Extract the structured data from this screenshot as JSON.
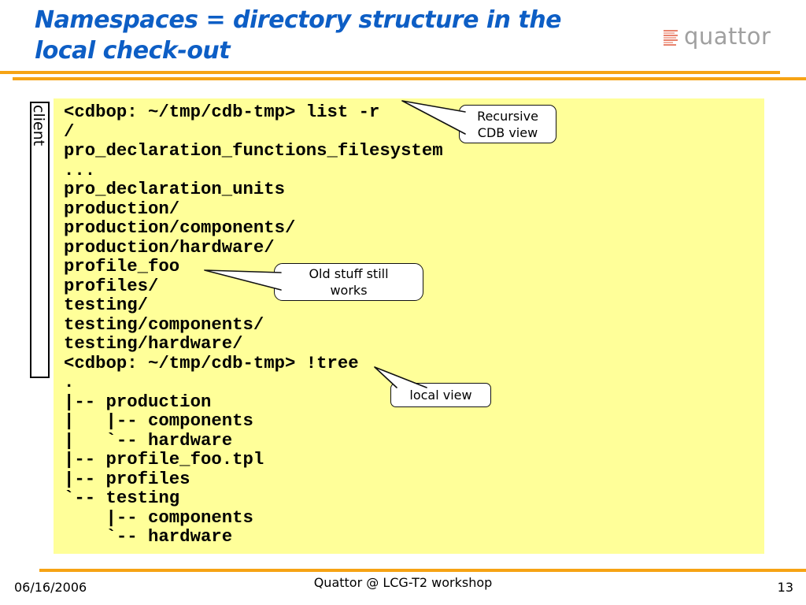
{
  "header": {
    "title": "Namespaces = directory structure in the\nlocal check-out",
    "logo_text": "quattor"
  },
  "panel": {
    "side_label": "client"
  },
  "terminal": {
    "lines": [
      "<cdbop: ~/tmp/cdb-tmp> list -r",
      "/",
      "pro_declaration_functions_filesystem",
      "...",
      "pro_declaration_units",
      "production/",
      "production/components/",
      "production/hardware/",
      "profile_foo",
      "profiles/",
      "testing/",
      "testing/components/",
      "testing/hardware/",
      "<cdbop: ~/tmp/cdb-tmp> !tree",
      ".",
      "|-- production",
      "|   |-- components",
      "|   `-- hardware",
      "|-- profile_foo.tpl",
      "|-- profiles",
      "`-- testing",
      "    |-- components",
      "    `-- hardware"
    ]
  },
  "callouts": [
    {
      "id": "recursive-cdb-view",
      "text": "Recursive\nCDB view"
    },
    {
      "id": "old-stuff-still-works",
      "text": "Old stuff still\nworks"
    },
    {
      "id": "local-view",
      "text": "local view"
    }
  ],
  "footer": {
    "date": "06/16/2006",
    "center": "Quattor @ LCG-T2 workshop",
    "page": "13"
  },
  "colors": {
    "accent_orange": "#F6A314",
    "title_blue": "#0D5EC5",
    "panel_yellow": "#FFFF99",
    "logo_gray": "#A0A0A0",
    "logo_icon_salmon": "#E8836E",
    "callout_border": "#111111",
    "terminal_text": "#000000"
  }
}
